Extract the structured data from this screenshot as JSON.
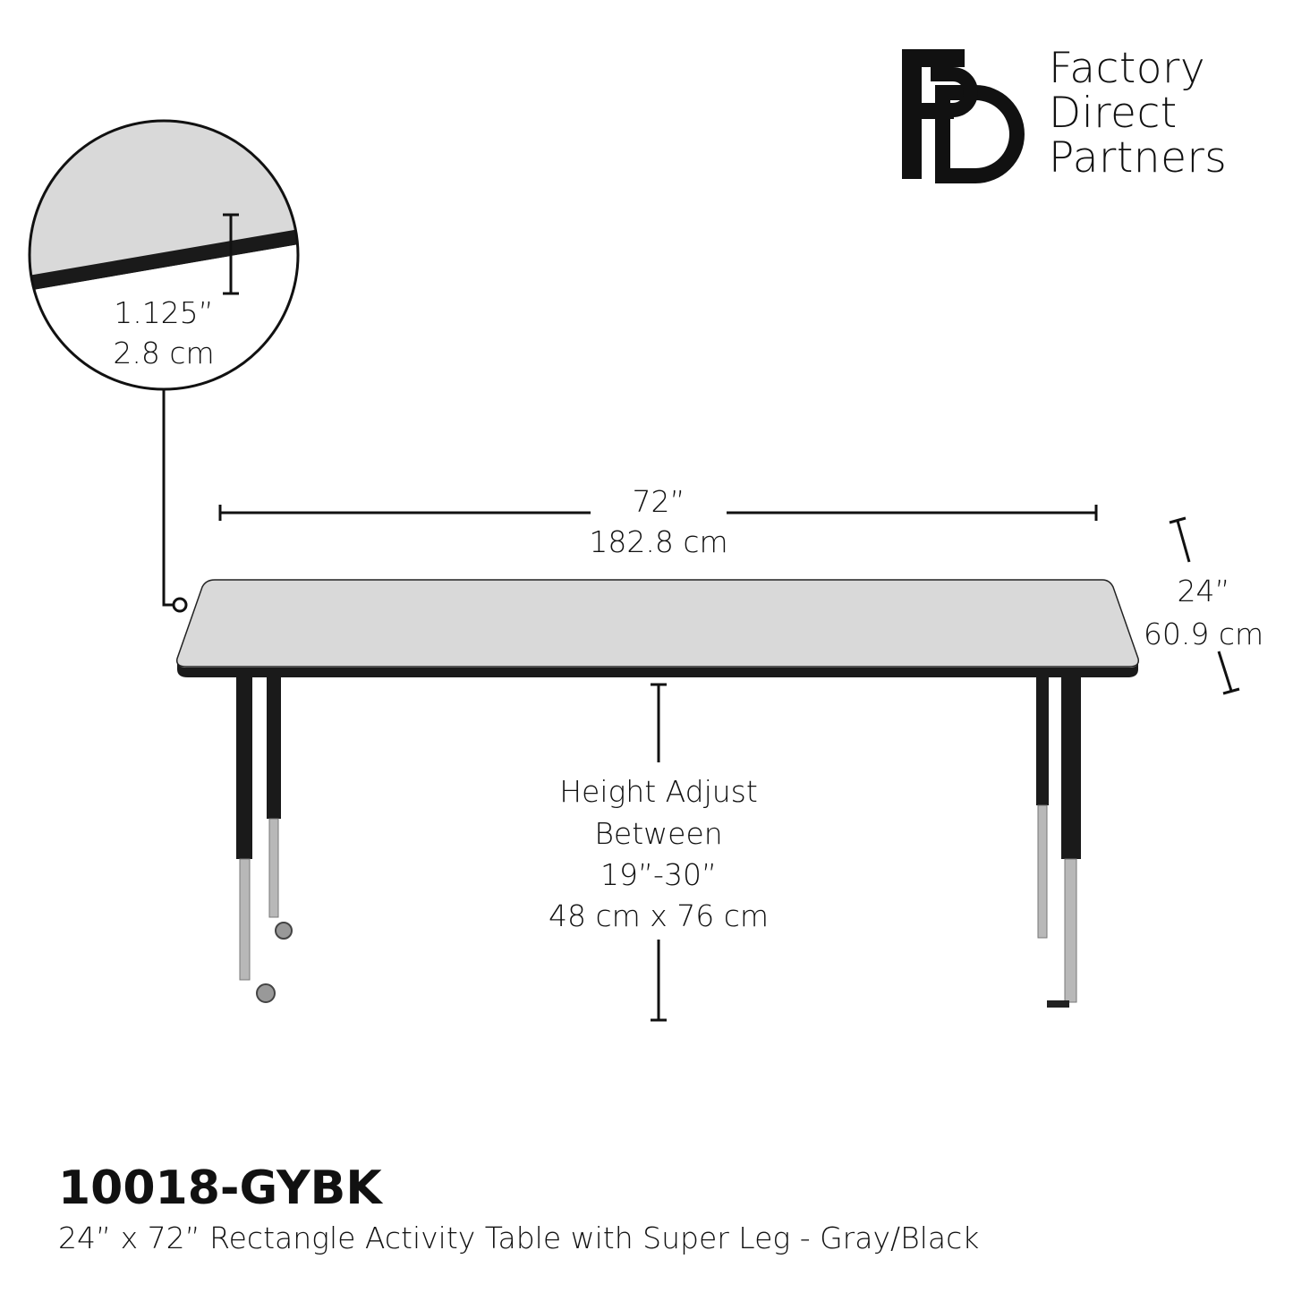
{
  "brand": {
    "line1": "Factory",
    "line2": "Direct",
    "line3": "Partners",
    "logo_letters": "FDP"
  },
  "edge_detail": {
    "inches": "1.125”",
    "cm": "2.8 cm"
  },
  "width": {
    "inches": "72”",
    "cm": "182.8 cm"
  },
  "depth": {
    "inches": "24”",
    "cm": "60.9 cm"
  },
  "height": {
    "line1": "Height Adjust",
    "line2": "Between",
    "line3": "19”-30”",
    "line4": "48 cm x 76 cm"
  },
  "product": {
    "sku": "10018-GYBK",
    "description": "24” x 72” Rectangle Activity Table with Super Leg - Gray/Black"
  },
  "colors": {
    "top": "#d9d9d9",
    "edge": "#1a1a1a",
    "chrome": "#b8b8b8"
  }
}
